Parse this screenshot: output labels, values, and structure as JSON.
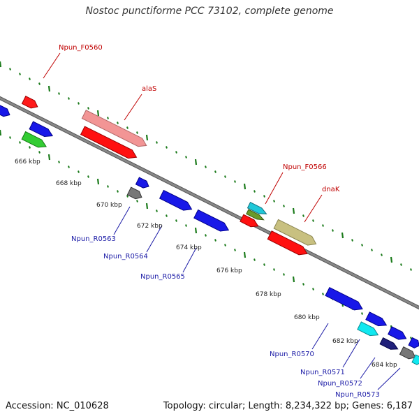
{
  "title": "Nostoc punctiforme PCC 73102, complete genome",
  "footer": {
    "accession": "Accession: NC_010628",
    "summary": "Topology: circular; Length: 8,234,322 bp; Genes: 6,187"
  },
  "colors": {
    "backbone": "#888888",
    "tick": "#1a7a1a",
    "forward_label": "#c00000",
    "reverse_label": "#1a1aa6"
  },
  "kbp_labels": [
    "666 kbp",
    "668 kbp",
    "670 kbp",
    "672 kbp",
    "674 kbp",
    "676 kbp",
    "678 kbp",
    "680 kbp",
    "682 kbp",
    "684 kbp"
  ],
  "forward_labels": [
    "Npun_F0560",
    "alaS",
    "Npun_F0566",
    "dnaK"
  ],
  "reverse_labels": [
    "Npun_R0563",
    "Npun_R0564",
    "Npun_R0565",
    "Npun_R0570",
    "Npun_R0571",
    "Npun_R0572",
    "Npun_R0573"
  ]
}
